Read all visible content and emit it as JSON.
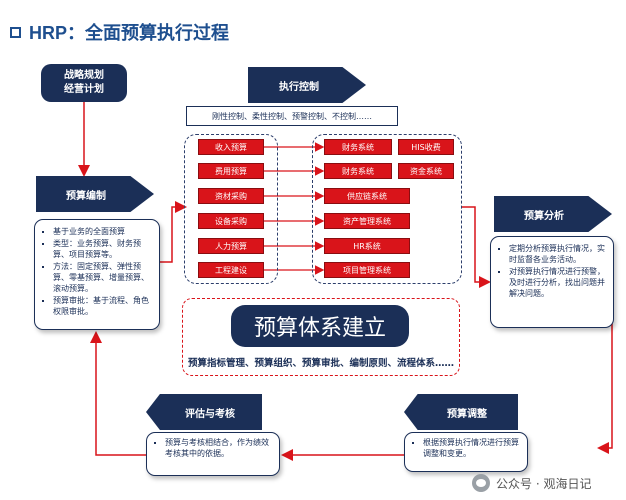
{
  "title": "HRP：全面预算执行过程",
  "strategy": {
    "line1": "战略规划",
    "line2": "经营计划"
  },
  "execution_control": {
    "label": "执行控制",
    "methods": "刚性控制、柔性控制、预警控制、不控制……"
  },
  "budget_items": [
    "收入预算",
    "费用预算",
    "资材采购",
    "设备采购",
    "人力预算",
    "工程建设"
  ],
  "systems": {
    "finance1": "财务系统",
    "his": "HIS收费",
    "finance2": "财务系统",
    "fund": "资金系统",
    "supply": "供应链系统",
    "asset": "资产管理系统",
    "hr": "HR系统",
    "project": "项目管理系统"
  },
  "budget_compile": {
    "label": "预算编制",
    "items": [
      "基于业务的全面预算",
      "类型：业务预算、财务预算、项目预算等。",
      "方法：固定预算、弹性预算、零基预算、增量预算、滚动预算。",
      "预算审批：基于流程、角色权限审批。"
    ]
  },
  "budget_analysis": {
    "label": "预算分析",
    "items": [
      "定期分析预算执行情况，实时监督各业务活动。",
      "对预算执行情况进行预警，及时进行分析，找出问题并解决问题。"
    ]
  },
  "system_build": {
    "title": "预算体系建立",
    "subtitle": "预算指标管理、预算组织、预算审批、编制原则、流程体系……"
  },
  "evaluation": {
    "label": "评估与考核",
    "items": [
      "预算与考核相结合，作为绩效考核其中的依据。"
    ]
  },
  "adjustment": {
    "label": "预算调整",
    "items": [
      "根据预算执行情况进行预算调整和变更。"
    ]
  },
  "watermark": "公众号 · 观海日记",
  "colors": {
    "navy": "#1b2f57",
    "red": "#d9141a",
    "title_blue": "#1e4f8f"
  }
}
